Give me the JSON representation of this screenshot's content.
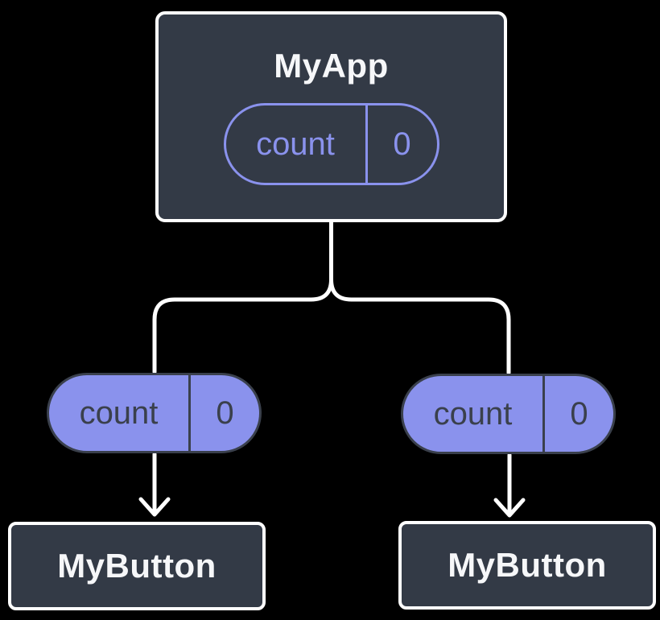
{
  "diagram": {
    "description": "Component tree: parent app holding lifted state passed down to two buttons",
    "colors": {
      "background": "#000000",
      "node_fill": "#333a46",
      "node_border": "#ffffff",
      "node_text": "#f6f7f9",
      "accent_purple": "#8a92ed",
      "pill_dark": "#3a404c",
      "connector": "#ffffff"
    },
    "root": {
      "title": "MyApp",
      "state": {
        "name": "count",
        "value": "0"
      }
    },
    "children": [
      {
        "title": "MyButton",
        "prop": {
          "name": "count",
          "value": "0"
        }
      },
      {
        "title": "MyButton",
        "prop": {
          "name": "count",
          "value": "0"
        }
      }
    ]
  }
}
